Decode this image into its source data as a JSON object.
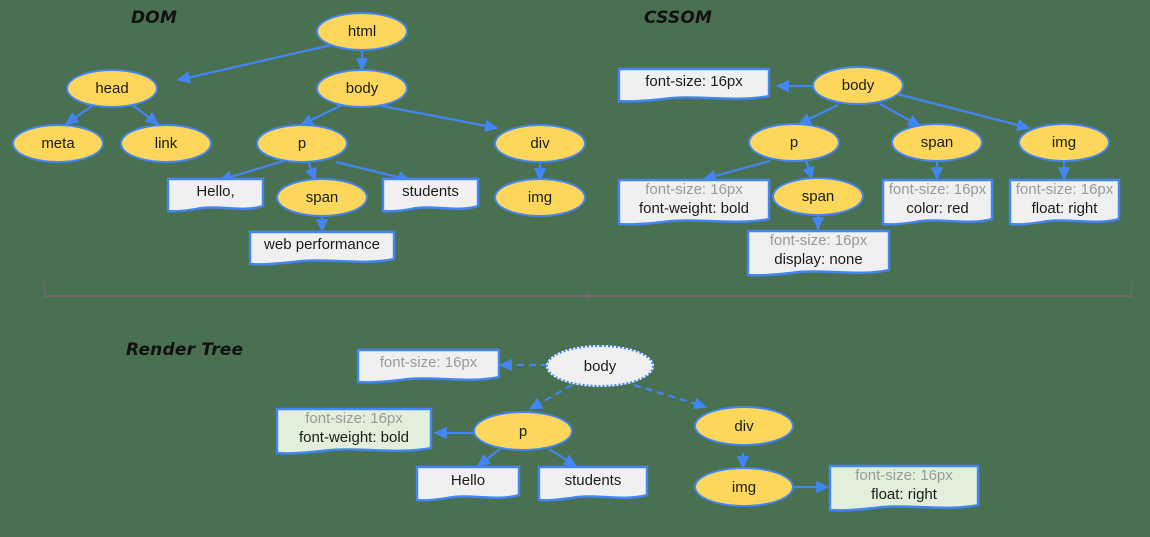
{
  "colors": {
    "background": "#4a7052",
    "node_fill": "#fcd75c",
    "node_stroke": "#4285f4",
    "box_fill": "#f0f0f0",
    "box_green_fill": "#e2efda",
    "ghost_fill": "#f0f0f0",
    "inherited_text": "#9a9a9a",
    "declaration_text": "#1b1b1b",
    "divider": "#706a6a"
  },
  "sections": {
    "dom": {
      "title": "DOM",
      "nodes": [
        {
          "id": "html",
          "label": "html"
        },
        {
          "id": "head",
          "label": "head"
        },
        {
          "id": "body",
          "label": "body"
        },
        {
          "id": "meta",
          "label": "meta"
        },
        {
          "id": "link",
          "label": "link"
        },
        {
          "id": "p",
          "label": "p"
        },
        {
          "id": "div",
          "label": "div"
        },
        {
          "id": "span",
          "label": "span"
        },
        {
          "id": "img",
          "label": "img"
        }
      ],
      "text_boxes": [
        {
          "id": "hello",
          "label": "Hello,"
        },
        {
          "id": "students",
          "label": "students"
        },
        {
          "id": "webperf",
          "label": "web performance"
        }
      ]
    },
    "cssom": {
      "title": "CSSOM",
      "nodes": [
        {
          "id": "body",
          "label": "body"
        },
        {
          "id": "p",
          "label": "p"
        },
        {
          "id": "span",
          "label": "span"
        },
        {
          "id": "img",
          "label": "img"
        },
        {
          "id": "span2",
          "label": "span"
        }
      ],
      "rule_boxes": [
        {
          "id": "body-rule",
          "inherited": "",
          "declarations": [
            "font-size: 16px"
          ]
        },
        {
          "id": "p-rule",
          "inherited": "font-size: 16px",
          "declarations": [
            "font-weight: bold"
          ]
        },
        {
          "id": "span-rule",
          "inherited": "font-size: 16px",
          "declarations": [
            "color: red"
          ]
        },
        {
          "id": "img-rule",
          "inherited": "font-size: 16px",
          "declarations": [
            "float: right"
          ]
        },
        {
          "id": "span2-rule",
          "inherited": "font-size: 16px",
          "declarations": [
            "display: none"
          ]
        }
      ]
    },
    "render_tree": {
      "title": "Render Tree",
      "nodes": [
        {
          "id": "body",
          "label": "body",
          "ghost": true
        },
        {
          "id": "p",
          "label": "p",
          "ghost": false
        },
        {
          "id": "div",
          "label": "div",
          "ghost": false
        },
        {
          "id": "img",
          "label": "img",
          "ghost": false
        }
      ],
      "rule_boxes": [
        {
          "id": "body-rule",
          "inherited": "font-size: 16px",
          "declarations": [],
          "green": false
        },
        {
          "id": "p-rule",
          "inherited": "font-size: 16px",
          "declarations": [
            "font-weight: bold"
          ],
          "green": true
        },
        {
          "id": "img-rule",
          "inherited": "font-size: 16px",
          "declarations": [
            "float: right"
          ],
          "green": true
        }
      ],
      "text_boxes": [
        {
          "id": "hello",
          "label": "Hello"
        },
        {
          "id": "students",
          "label": "students"
        }
      ]
    }
  }
}
